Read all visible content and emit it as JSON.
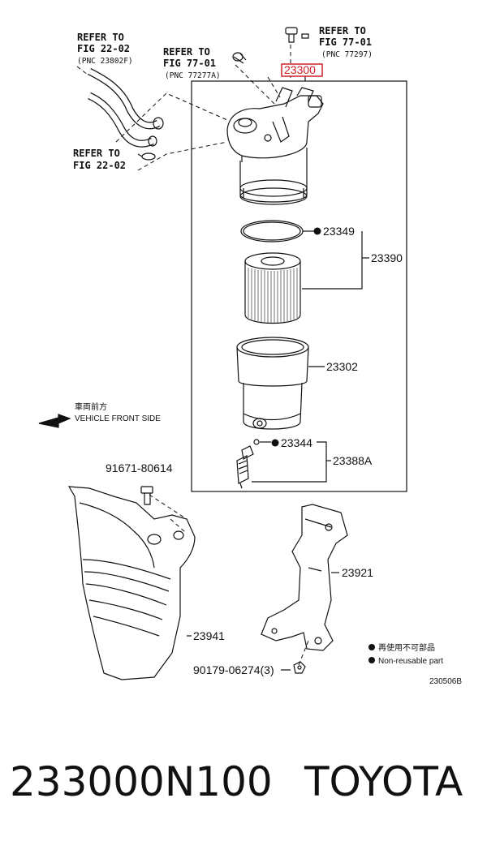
{
  "diagram": {
    "refs": {
      "hose_ref": {
        "line1": "REFER TO",
        "line2": "FIG 22-02",
        "pnc": "(PNC 23802F)"
      },
      "clamp_ref": {
        "line1": "REFER TO",
        "line2": "FIG 22-02"
      },
      "mid_ref": {
        "line1": "REFER TO",
        "line2": "FIG 77-01",
        "pnc": "(PNC 77277A)"
      },
      "top_ref": {
        "line1": "REFER TO",
        "line2": "FIG 77-01",
        "pnc": "(PNC 77297)"
      }
    },
    "parts": {
      "assembly": "23300",
      "o_ring": "23349",
      "element_kit": "23390",
      "case": "23302",
      "drain_seal": "23344",
      "drain_kit": "23388A",
      "bolt": "91671-80614",
      "bracket": "23921",
      "protector": "23941",
      "nut": "90179-06274(3)"
    },
    "vehicle_front": {
      "jp": "車両前方",
      "en": "VEHICLE FRONT SIDE"
    },
    "legend": {
      "jp": "再使用不可部品",
      "en": "Non-reusable part"
    },
    "figure_code": "230506B",
    "highlight_color": "#d0202a"
  },
  "caption": {
    "part_number": "233000N100",
    "brand": "TOYOTA"
  }
}
